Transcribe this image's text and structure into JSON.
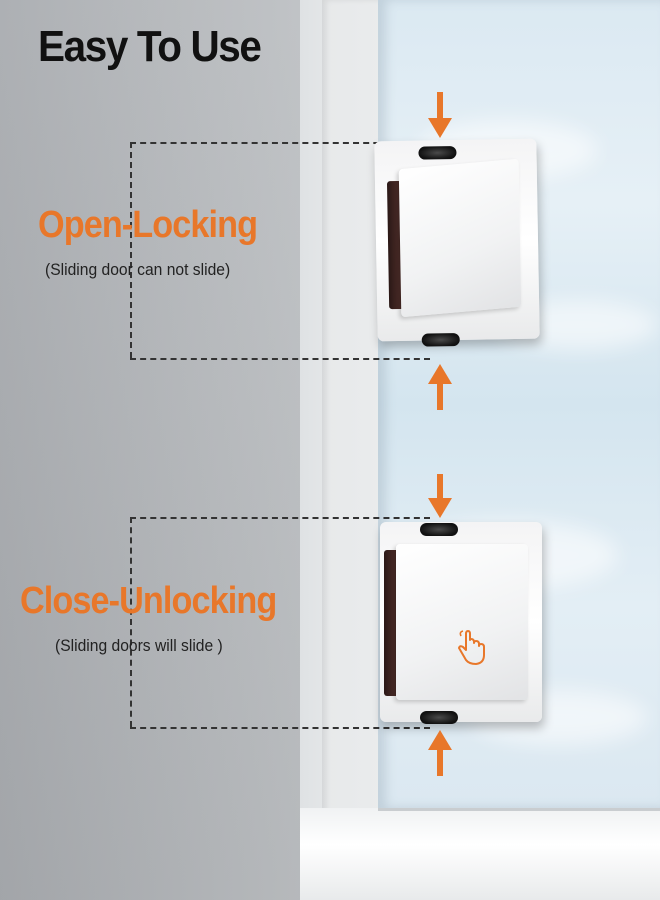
{
  "title": "Easy To Use",
  "states": [
    {
      "label": "Open-Locking",
      "note": "(Sliding door can not slide)"
    },
    {
      "label": "Close-Unlocking",
      "note": "(Sliding doors will slide )"
    }
  ],
  "icons": {
    "press_arrow": "arrow-icon",
    "touch": "hand-tap-icon"
  },
  "colors": {
    "accent": "#e8772a",
    "title_text": "#111111",
    "note_text": "#222222",
    "lock_backing": "#3a2320"
  }
}
